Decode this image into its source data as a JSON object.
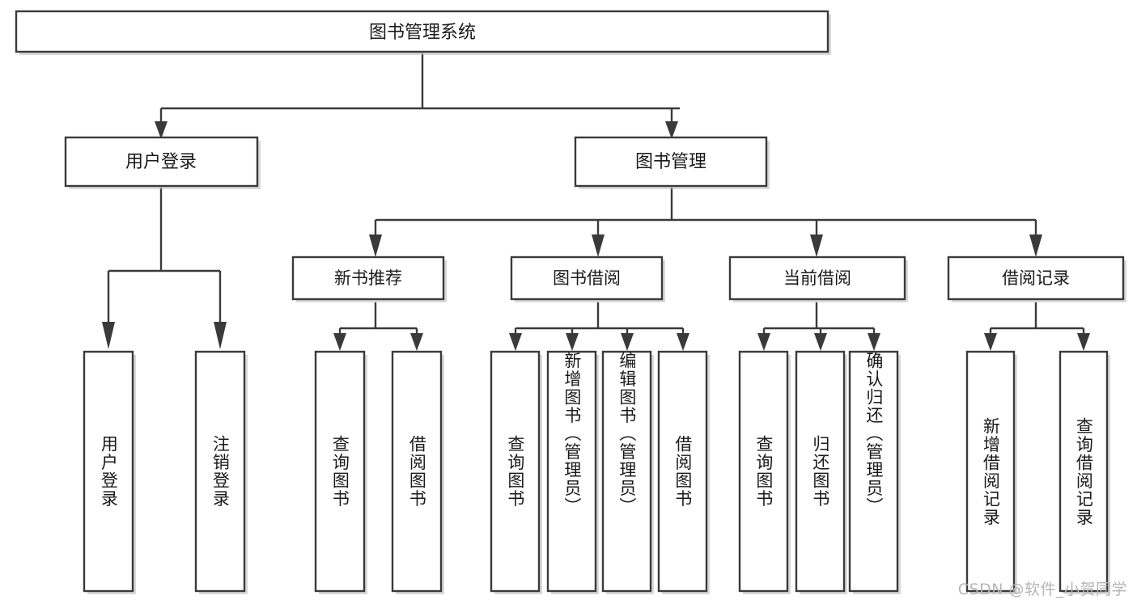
{
  "diagram": {
    "type": "tree",
    "orientation": "top-down",
    "title": "图书管理系统",
    "theme": {
      "background": "#ffffff",
      "box_fill": "#ffffff",
      "box_stroke": "#3a3a3a",
      "connector": "#3a3a3a",
      "text": "#1a1a1a",
      "watermark_color": "#b5b5b5"
    },
    "root": {
      "id": "root",
      "label": "图书管理系统"
    },
    "level2": [
      {
        "id": "user-login",
        "label": "用户登录"
      },
      {
        "id": "book-manage",
        "label": "图书管理"
      }
    ],
    "level3": [
      {
        "id": "new-book-rec",
        "label": "新书推荐",
        "parent": "book-manage"
      },
      {
        "id": "book-borrow",
        "label": "图书借阅",
        "parent": "book-manage"
      },
      {
        "id": "current-borrow",
        "label": "当前借阅",
        "parent": "book-manage"
      },
      {
        "id": "borrow-record",
        "label": "借阅记录",
        "parent": "book-manage"
      }
    ],
    "leaves": [
      {
        "id": "leaf-user-login",
        "label": "用户登录",
        "parent": "user-login"
      },
      {
        "id": "leaf-user-logout",
        "label": "注销登录",
        "parent": "user-login"
      },
      {
        "id": "leaf-query-book-1",
        "label": "查询图书",
        "parent": "new-book-rec"
      },
      {
        "id": "leaf-borrow-book-1",
        "label": "借阅图书",
        "parent": "new-book-rec"
      },
      {
        "id": "leaf-query-book-2",
        "label": "查询图书",
        "parent": "book-borrow"
      },
      {
        "id": "leaf-add-book",
        "label": "新增图书（管理员）",
        "parent": "book-borrow"
      },
      {
        "id": "leaf-edit-book",
        "label": "编辑图书（管理员）",
        "parent": "book-borrow"
      },
      {
        "id": "leaf-borrow-book-2",
        "label": "借阅图书",
        "parent": "book-borrow"
      },
      {
        "id": "leaf-query-book-3",
        "label": "查询图书",
        "parent": "current-borrow"
      },
      {
        "id": "leaf-return-book",
        "label": "归还图书",
        "parent": "current-borrow"
      },
      {
        "id": "leaf-confirm-return",
        "label": "确认归还（管理员）",
        "parent": "current-borrow"
      },
      {
        "id": "leaf-add-record",
        "label": "新增借阅记录",
        "parent": "borrow-record"
      },
      {
        "id": "leaf-query-record",
        "label": "查询借阅记录",
        "parent": "borrow-record"
      }
    ]
  },
  "watermark": {
    "text": "CSDN @软件_小贺同学"
  }
}
